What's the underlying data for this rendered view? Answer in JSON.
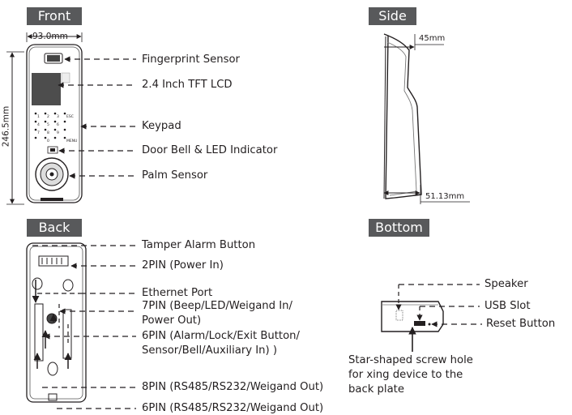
{
  "sections": {
    "front": "Front",
    "side": "Side",
    "back": "Back",
    "bottom": "Bottom"
  },
  "dimensions": {
    "width": "93.0mm",
    "height": "246.5mm",
    "depth_top": "45mm",
    "depth_bottom": "51.13mm"
  },
  "front_callouts": [
    "Fingerprint Sensor",
    "2.4 Inch TFT LCD",
    "Keypad",
    "Door Bell & LED Indicator",
    "Palm Sensor"
  ],
  "back_callouts": [
    "Tamper Alarm Button",
    "2PIN (Power In)",
    "Ethernet Port",
    "7PIN (Beep/LED/Weigand In/",
    "Power Out)",
    "6PIN (Alarm/Lock/Exit Button/",
    "Sensor/Bell/Auxiliary In) )",
    "8PIN (RS485/RS232/Weigand Out)",
    "6PIN (RS485/RS232/Weigand Out)"
  ],
  "bottom_callouts": {
    "speaker": "Speaker",
    "usb": "USB Slot",
    "reset": "Reset Button",
    "screw": [
      "Star-shaped screw hole",
      "for    xing device to the",
      "back plate"
    ]
  },
  "keypad_keys": [
    "1",
    "2",
    "3",
    "ESC",
    "4",
    "5",
    "6",
    "",
    "7",
    "8",
    "9",
    "",
    "",
    "0",
    "",
    "MENU"
  ],
  "colors": {
    "tag_bg": "#58595b",
    "line": "#231f20",
    "device": "#555555"
  }
}
